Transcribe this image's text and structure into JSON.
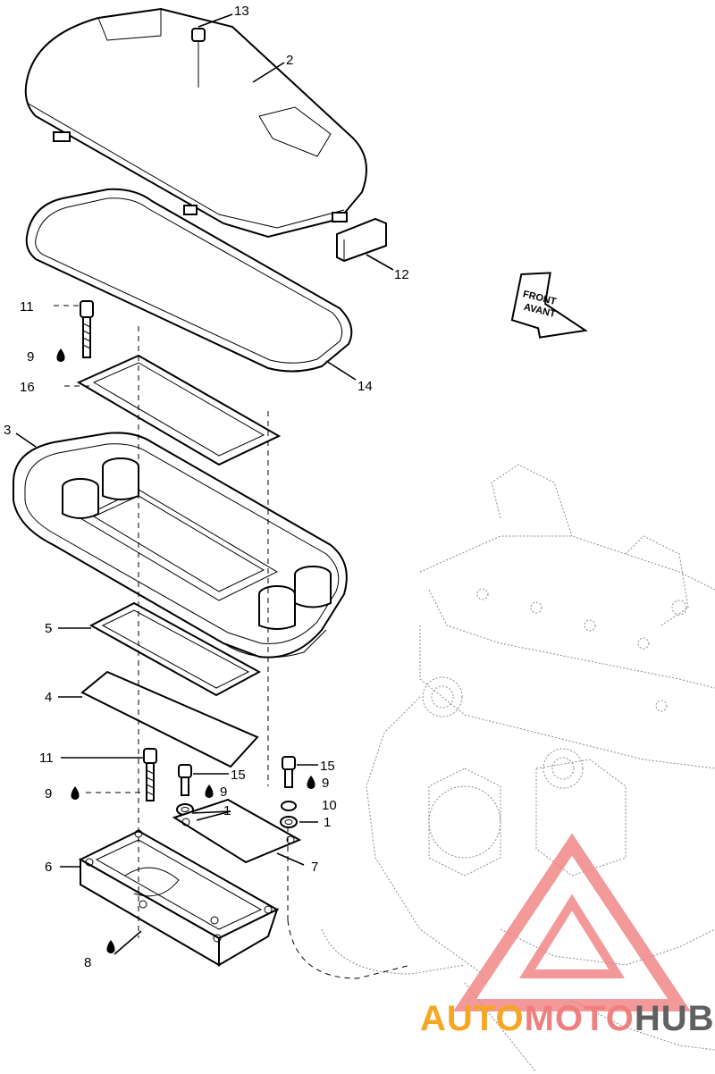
{
  "callouts": [
    {
      "id": "c13",
      "text": "13"
    },
    {
      "id": "c2",
      "text": "2"
    },
    {
      "id": "c12",
      "text": "12"
    },
    {
      "id": "c11a",
      "text": "11"
    },
    {
      "id": "c9a",
      "text": "9"
    },
    {
      "id": "c16",
      "text": "16"
    },
    {
      "id": "c14",
      "text": "14"
    },
    {
      "id": "c3",
      "text": "3"
    },
    {
      "id": "c5",
      "text": "5"
    },
    {
      "id": "c4",
      "text": "4"
    },
    {
      "id": "c11b",
      "text": "11"
    },
    {
      "id": "c15a",
      "text": "15"
    },
    {
      "id": "c15b",
      "text": "15"
    },
    {
      "id": "c9b",
      "text": "9"
    },
    {
      "id": "c9c",
      "text": "9"
    },
    {
      "id": "c9d",
      "text": "9"
    },
    {
      "id": "c10",
      "text": "10"
    },
    {
      "id": "c1a",
      "text": "1"
    },
    {
      "id": "c1b",
      "text": "1"
    },
    {
      "id": "c7",
      "text": "7"
    },
    {
      "id": "c6",
      "text": "6"
    },
    {
      "id": "c8",
      "text": "8"
    }
  ],
  "front_arrow": {
    "line1": "FRONT",
    "line2": "AVANT"
  },
  "watermark": {
    "part1": "AUTO",
    "part2": "MOTO",
    "part3": "HUB"
  },
  "colors": {
    "accent": "#f08080",
    "brand_dark": "#606060"
  }
}
